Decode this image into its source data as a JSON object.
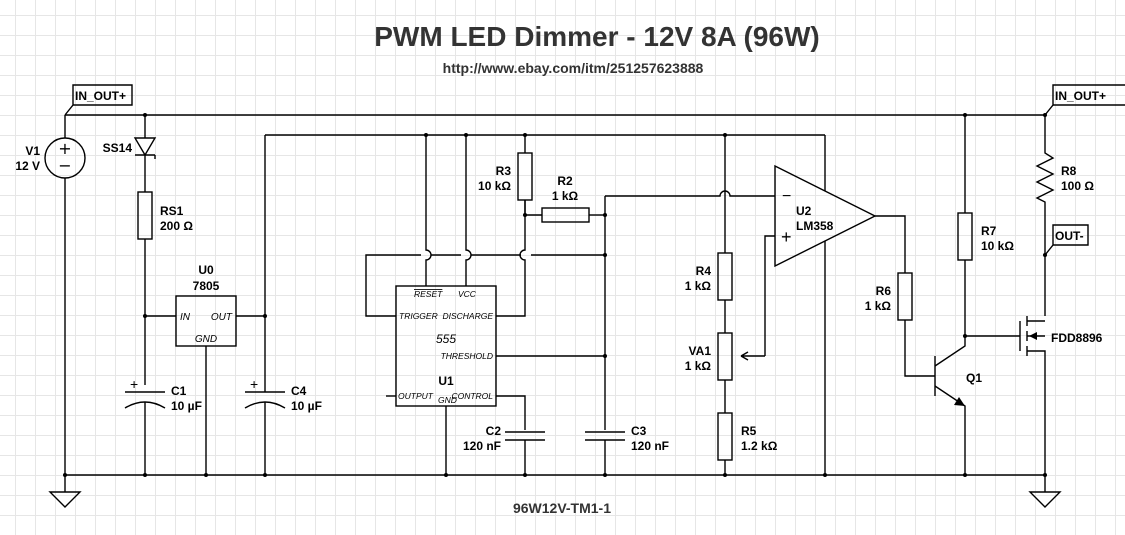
{
  "title": "PWM LED Dimmer - 12V 8A (96W)",
  "subtitle": "http://www.ebay.com/itm/251257623888",
  "footer": "96W12V-TM1-1",
  "net_labels": {
    "in_out_left": "IN_OUT+",
    "in_out_right": "IN_OUT+",
    "out_minus": "OUT-"
  },
  "components": {
    "v1": {
      "name": "V1",
      "value": "12 V"
    },
    "ss14": {
      "name": "SS14"
    },
    "rs1": {
      "name": "RS1",
      "value": "200 Ω"
    },
    "u0": {
      "name": "U0",
      "value": "7805",
      "pin_in": "IN",
      "pin_out": "OUT",
      "pin_gnd": "GND"
    },
    "c1": {
      "name": "C1",
      "value": "10 µF"
    },
    "c4": {
      "name": "C4",
      "value": "10 µF"
    },
    "r3": {
      "name": "R3",
      "value": "10 kΩ"
    },
    "r2": {
      "name": "R2",
      "value": "1 kΩ"
    },
    "u1": {
      "name": "U1",
      "value": "555",
      "pin_reset": "RESET",
      "pin_vcc": "VCC",
      "pin_trigger": "TRIGGER",
      "pin_discharge": "DISCHARGE",
      "pin_threshold": "THRESHOLD",
      "pin_output": "OUTPUT",
      "pin_gnd": "GND",
      "pin_control": "CONTROL"
    },
    "c2": {
      "name": "C2",
      "value": "120 nF"
    },
    "c3": {
      "name": "C3",
      "value": "120 nF"
    },
    "r4": {
      "name": "R4",
      "value": "1 kΩ"
    },
    "va1": {
      "name": "VA1",
      "value": "1 kΩ"
    },
    "r5": {
      "name": "R5",
      "value": "1.2 kΩ"
    },
    "u2": {
      "name": "U2",
      "value": "LM358",
      "minus": "−",
      "plus": "+"
    },
    "r6": {
      "name": "R6",
      "value": "1 kΩ"
    },
    "r7": {
      "name": "R7",
      "value": "10 kΩ"
    },
    "r8": {
      "name": "R8",
      "value": "100 Ω"
    },
    "q1": {
      "name": "Q1"
    },
    "fdd": {
      "name": "FDD8896"
    },
    "v1_plus": "+",
    "v1_minus": "−",
    "cap_plus": "+"
  }
}
